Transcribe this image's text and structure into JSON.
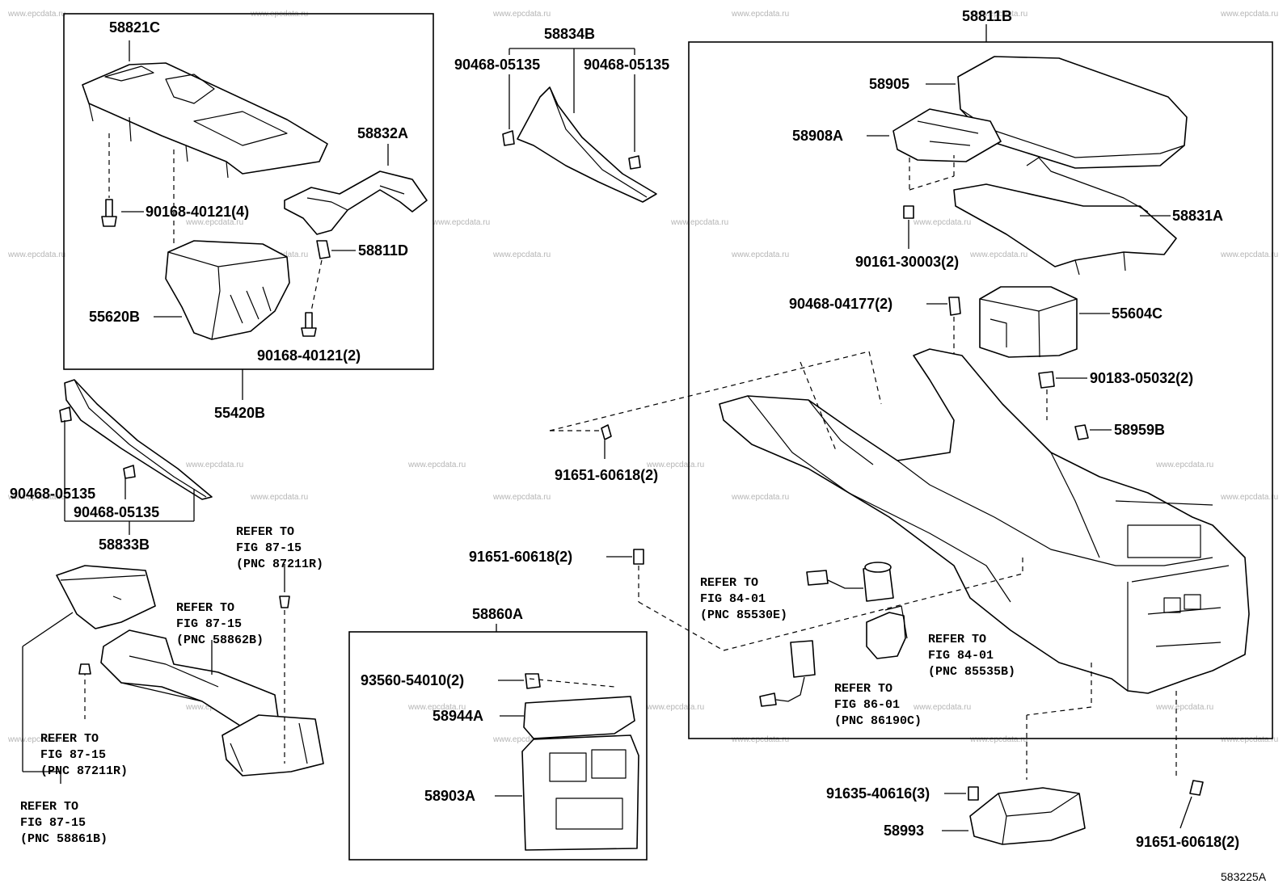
{
  "diagram_id": "583225A",
  "watermark": "www.epcdata.ru",
  "labels": {
    "l58821C": "58821C",
    "l58832A": "58832A",
    "l90168a": "90168-40121(4)",
    "l58811D": "58811D",
    "l55620B": "55620B",
    "l90168b": "90168-40121(2)",
    "l55420B": "55420B",
    "l58834B": "58834B",
    "l90468a": "90468-05135",
    "l90468b": "90468-05135",
    "l58811B": "58811B",
    "l58905": "58905",
    "l58908A": "58908A",
    "l58831A": "58831A",
    "l90161": "90161-30003(2)",
    "l90468c": "90468-04177(2)",
    "l55604C": "55604C",
    "l90183": "90183-05032(2)",
    "l58959B": "58959B",
    "l91651a": "91651-60618(2)",
    "l91651b": "91651-60618(2)",
    "l91651c": "91651-60618(2)",
    "l90468d": "90468-05135",
    "l90468e": "90468-05135",
    "l58833B": "58833B",
    "l58860A": "58860A",
    "l93560": "93560-54010(2)",
    "l58944A": "58944A",
    "l58903A": "58903A",
    "l91635": "91635-40616(3)",
    "l58993": "58993"
  },
  "refs": {
    "r1": [
      "REFER TO",
      "FIG 87-15",
      "(PNC 87211R)"
    ],
    "r2": [
      "REFER TO",
      "FIG 87-15",
      "(PNC 58862B)"
    ],
    "r3": [
      "REFER TO",
      "FIG 87-15",
      "(PNC 87211R)"
    ],
    "r4": [
      "REFER TO",
      "FIG 87-15",
      "(PNC 58861B)"
    ],
    "r5": [
      "REFER TO",
      "FIG 84-01",
      "(PNC 85530E)"
    ],
    "r6": [
      "REFER TO",
      "FIG 84-01",
      "(PNC 85535B)"
    ],
    "r7": [
      "REFER TO",
      "FIG 86-01",
      "(PNC 86190C)"
    ]
  }
}
